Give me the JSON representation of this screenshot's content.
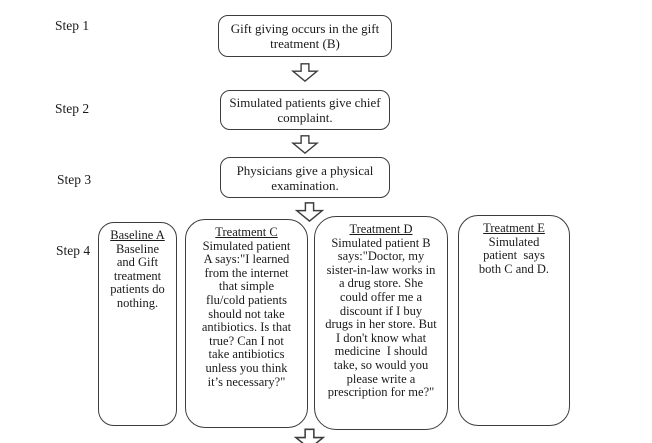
{
  "labels": {
    "step1": "Step 1",
    "step2": "Step 2",
    "step3": "Step 3",
    "step4": "Step 4"
  },
  "process_boxes": {
    "step1": "Gift giving occurs in the gift\ntreatment (B)",
    "step2": "Simulated patients give chief\ncomplaint.",
    "step3": "Physicians give a physical\nexamination."
  },
  "branches": [
    {
      "title": "Baseline A",
      "body": "Baseline\nand Gift\ntreatment\npatients do\nnothing."
    },
    {
      "title": "Treatment C",
      "body": "Simulated patient\nA says:\"I learned\nfrom the internet\nthat simple\nflu/cold patients\nshould not take\nantibiotics. Is that\ntrue? Can I not\ntake antibiotics\nunless you think\nit’s necessary?\""
    },
    {
      "title": "Treatment D",
      "body": "Simulated patient B\nsays:\"Doctor, my\nsister-in-law works in\na drug store. She\ncould offer me a\ndiscount if I buy\ndrugs in her store. But\nI don't know what\nmedicine  I should\ntake, so would you\nplease write a\nprescription for me?\""
    },
    {
      "title": "Treatment E",
      "body": "Simulated\npatient  says\nboth C and D."
    }
  ],
  "icons": {
    "flow_arrow": "down-block-arrow"
  },
  "colors": {
    "background": "#ffffff",
    "border": "#3d3d3d",
    "text": "#1a1a1a",
    "arrow_fill": "#ffffff"
  }
}
